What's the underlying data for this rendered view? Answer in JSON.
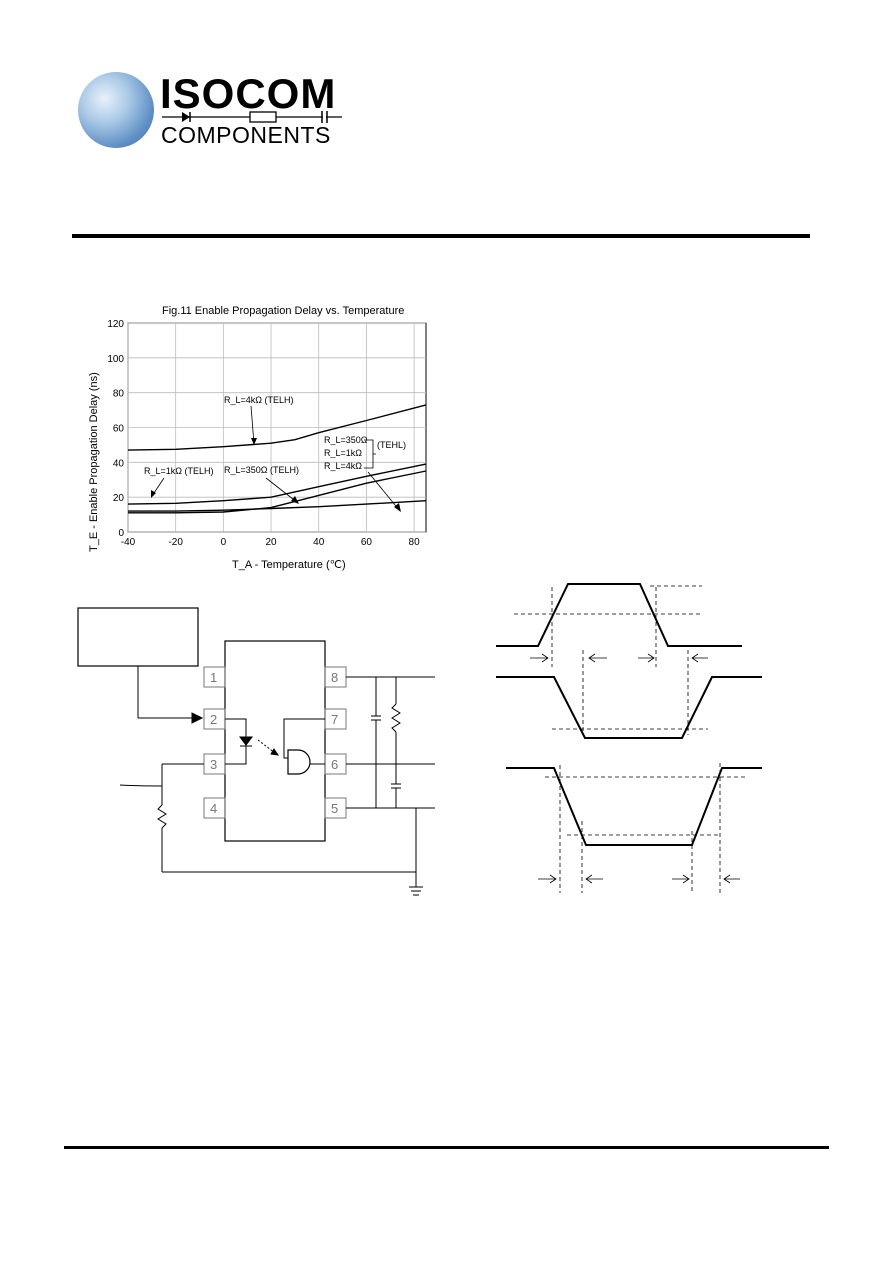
{
  "logo": {
    "title": "ISOCOM",
    "subtitle": "COMPONENTS"
  },
  "chart_data": {
    "type": "line",
    "title": "Fig.11  Enable Propagation Delay vs. Temperature",
    "xlabel": "T_A - Temperature (℃)",
    "ylabel": "T_E - Enable Propagation Delay (ns)",
    "xlim": [
      -40,
      85
    ],
    "ylim": [
      0,
      120
    ],
    "x_ticks": [
      -40,
      -20,
      0,
      20,
      40,
      60,
      80
    ],
    "y_ticks": [
      0,
      20,
      40,
      60,
      80,
      100,
      120
    ],
    "grid": true,
    "series": [
      {
        "name": "R_L=4kΩ (TELH)",
        "x": [
          -40,
          -20,
          0,
          20,
          30,
          40,
          60,
          85
        ],
        "y": [
          47,
          47.5,
          49,
          51,
          53,
          57,
          64,
          73
        ]
      },
      {
        "name": "R_L=1kΩ (TELH)",
        "x": [
          -40,
          -20,
          0,
          20,
          40,
          60,
          85
        ],
        "y": [
          16,
          16.5,
          18,
          20,
          26,
          32,
          39
        ]
      },
      {
        "name": "R_L=350Ω (TELH)",
        "x": [
          -40,
          -20,
          0,
          20,
          40,
          60,
          85
        ],
        "y": [
          12,
          12,
          12.5,
          13.5,
          14.5,
          16,
          18
        ]
      },
      {
        "name": "R_L=350Ω (TEHL)",
        "x": [
          -40,
          -20,
          0,
          20,
          40,
          60,
          85
        ],
        "y": [
          11,
          11,
          11.5,
          14,
          21,
          28,
          35
        ]
      }
    ],
    "annotations": [
      {
        "text": "R_L=4kΩ (TELH)"
      },
      {
        "text": "R_L=1kΩ (TELH)"
      },
      {
        "text": "R_L=350Ω (TELH)"
      },
      {
        "text": "R_L=350Ω"
      },
      {
        "text": "R_L=1kΩ"
      },
      {
        "text": "R_L=4kΩ"
      },
      {
        "text": "(TEHL)"
      }
    ]
  },
  "circuit": {
    "pins": [
      "1",
      "2",
      "3",
      "4",
      "8",
      "7",
      "6",
      "5"
    ]
  }
}
